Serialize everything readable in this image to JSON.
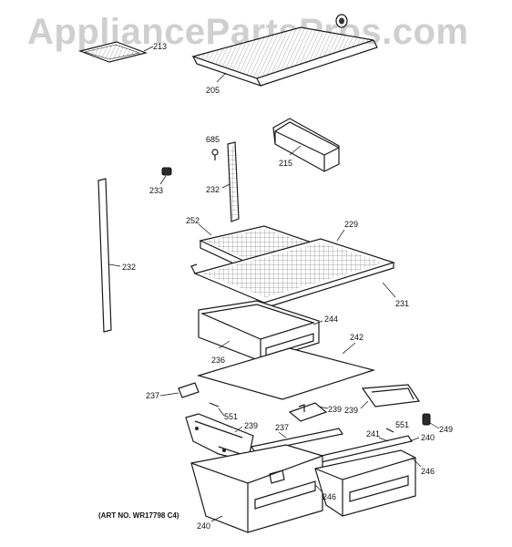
{
  "watermark": "AppliancePartsPros.com",
  "art_number": "(ART NO. WR17798 C4)",
  "callouts": {
    "c213": "213",
    "c205": "205",
    "c685": "685",
    "c215": "215",
    "c233": "233",
    "c232a": "232",
    "c232b": "232",
    "c252": "252",
    "c229": "229",
    "c231": "231",
    "c244": "244",
    "c236": "236",
    "c242": "242",
    "c237a": "237",
    "c239a": "239",
    "c239b": "239",
    "c551a": "551",
    "c239c": "239",
    "c237b": "237",
    "c241": "241",
    "c551b": "551",
    "c249": "249",
    "c240a": "240",
    "c246a": "246",
    "c246b": "246",
    "c240b": "240"
  }
}
